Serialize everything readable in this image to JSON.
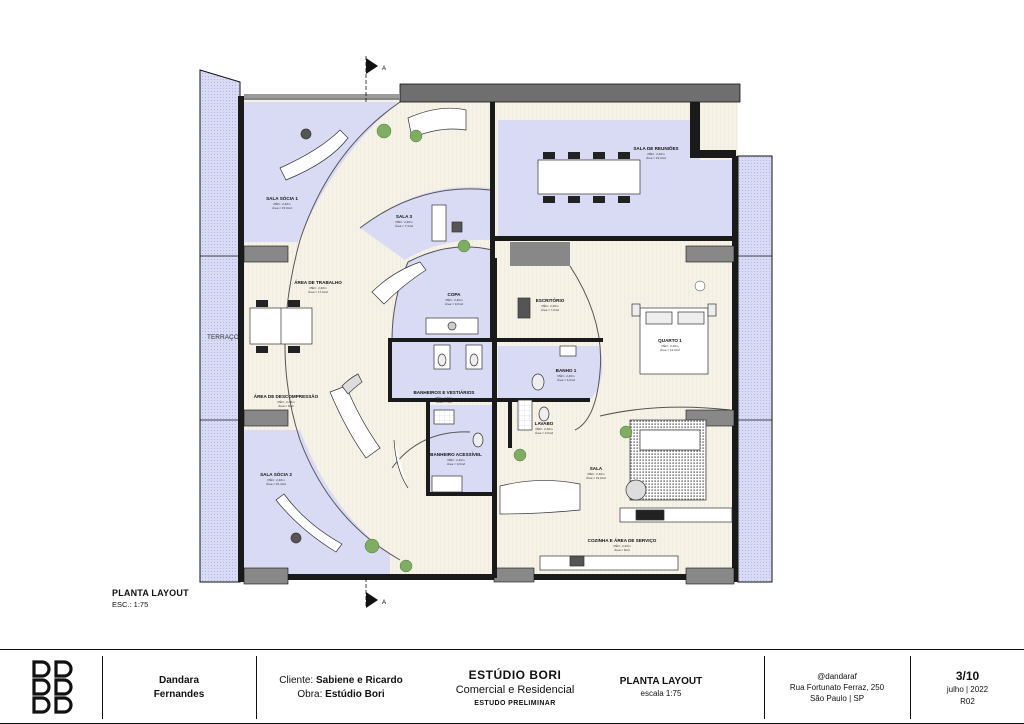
{
  "plan": {
    "title": "PLANTA LAYOUT",
    "scale": "ESC.: 1:75",
    "terrace_label": "TERRAÇO",
    "section_marker": "A",
    "rooms": [
      {
        "key": "sala_socia_1",
        "name": "SALA SÓCIA 1",
        "ped": "PÉD.: 2,40m",
        "area": "Área = 15,9m2"
      },
      {
        "key": "sala_3",
        "name": "SALA 3",
        "ped": "PÉD.: 2,40m",
        "area": "Área = 7,3m2"
      },
      {
        "key": "sala_reunioes",
        "name": "SALA DE REUNIÕES",
        "ped": "PÉD.: 2,40m",
        "area": "Área = 19,0m2"
      },
      {
        "key": "area_trabalho",
        "name": "ÁREA DE TRABALHO",
        "ped": "PÉD.: 2,40m",
        "area": "Área = 17,0m2"
      },
      {
        "key": "copa",
        "name": "COPA",
        "ped": "PÉD.: 2,40m",
        "area": "Área = 9,0m2"
      },
      {
        "key": "escritorio",
        "name": "ESCRITÓRIO",
        "ped": "PÉD.: 2,40m",
        "area": "Área = 7,0m2"
      },
      {
        "key": "quarto_1",
        "name": "QUARTO 1",
        "ped": "PÉD.: 2,40m",
        "area": "Área = 14,0m2"
      },
      {
        "key": "descompressao",
        "name": "ÁREA DE DESCOMPRESSÃO",
        "ped": "PÉD.: 2,40m",
        "area": "Área = 9m2"
      },
      {
        "key": "banheiros",
        "name": "BANHEIROS E VESTIÁRIOS",
        "ped": "PÉD.: 2,40m",
        "area": "Área = 7m2"
      },
      {
        "key": "banho_1",
        "name": "BANHO 1",
        "ped": "PÉD.: 2,40m",
        "area": "Área = 4,0m2"
      },
      {
        "key": "lavabo",
        "name": "LAVABO",
        "ped": "PÉD.: 2,40m",
        "area": "Área = 2,0m2"
      },
      {
        "key": "banheiro_acessivel",
        "name": "BANHEIRO ACESSÍVEL",
        "ped": "PÉD.: 2,40m",
        "area": "Área = 3,0m2"
      },
      {
        "key": "sala",
        "name": "SALA",
        "ped": "PÉD.: 2,40m",
        "area": "Área = 19,0m2"
      },
      {
        "key": "sala_socia_2",
        "name": "SALA SÓCIA 2",
        "ped": "PÉD.: 2,40m",
        "area": "Área = 15,4m2"
      },
      {
        "key": "cozinha",
        "name": "COZINHA E ÁREA DE SERVIÇO",
        "ped": "PÉD.: 2,40m",
        "area": "Área = 9m2"
      }
    ]
  },
  "title_block": {
    "designer_line1": "Dandara",
    "designer_line2": "Fernandes",
    "client_label": "Cliente:",
    "client_name": "Sabiene e Ricardo",
    "work_label": "Obra:",
    "work_name": "Estúdio Bori",
    "studio_name": "ESTÚDIO BORI",
    "studio_sub": "Comercial e Residencial",
    "stage": "ESTUDO PRELIMINAR",
    "sheet_title": "PLANTA LAYOUT",
    "sheet_scale": "escala 1:75",
    "handle": "@dandaraf",
    "address": "Rua Fortunato Ferraz, 250",
    "city": "São Paulo | SP",
    "page": "3/10",
    "date": "julho | 2022",
    "revision": "R02"
  },
  "colors": {
    "room_fill": "#d9dbf5",
    "hatch": "#9ea3e0",
    "wood": "#f3efe4",
    "wall": "#1a1a1a",
    "wall_gray": "#7a7a7a",
    "plant": "#7fae62"
  }
}
